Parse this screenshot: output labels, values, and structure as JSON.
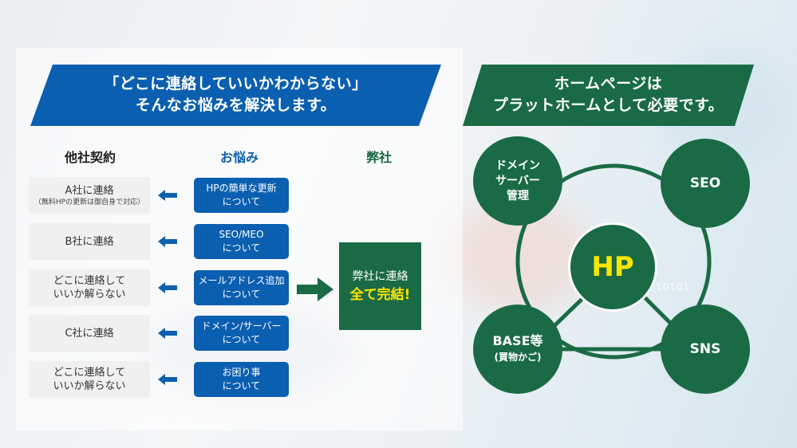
{
  "left_banner": {
    "line1": "「どこに連絡していいかわからない」",
    "line2": "そんなお悩みを解決します。"
  },
  "right_banner": {
    "line1": "ホームページは",
    "line2": "プラットホームとして必要です。"
  },
  "columns": {
    "other": "他社契約",
    "worry": "お悩み",
    "ours": "弊社"
  },
  "rows": [
    {
      "other": "A社に連絡",
      "other_sub": "（無料HPの更新は御自身で対応）",
      "worry1": "HPの簡単な更新",
      "worry2": "について"
    },
    {
      "other": "B社に連絡",
      "other_sub": "",
      "worry1": "SEO/MEO",
      "worry2": "について"
    },
    {
      "other": "どこに連絡して",
      "other2": "いいか解らない",
      "worry1": "メールアドレス追加",
      "worry2": "について"
    },
    {
      "other": "C社に連絡",
      "other_sub": "",
      "worry1": "ドメイン/サーバー",
      "worry2": "について"
    },
    {
      "other": "どこに連絡して",
      "other2": "いいか解らない",
      "worry1": "お困り事",
      "worry2": "について"
    }
  ],
  "solution": {
    "line1": "弊社に連絡",
    "line2": "全て完結!"
  },
  "network": {
    "domain": [
      "ドメイン",
      "サーバー",
      "管理"
    ],
    "seo": "SEO",
    "hp": "HP",
    "base": "BASE等",
    "base_sub": "(買物かご)",
    "sns": "SNS",
    "bits": "10101"
  },
  "colors": {
    "blue": "#0b5fb0",
    "green": "#1a6b45",
    "yellow": "#ffe600"
  }
}
